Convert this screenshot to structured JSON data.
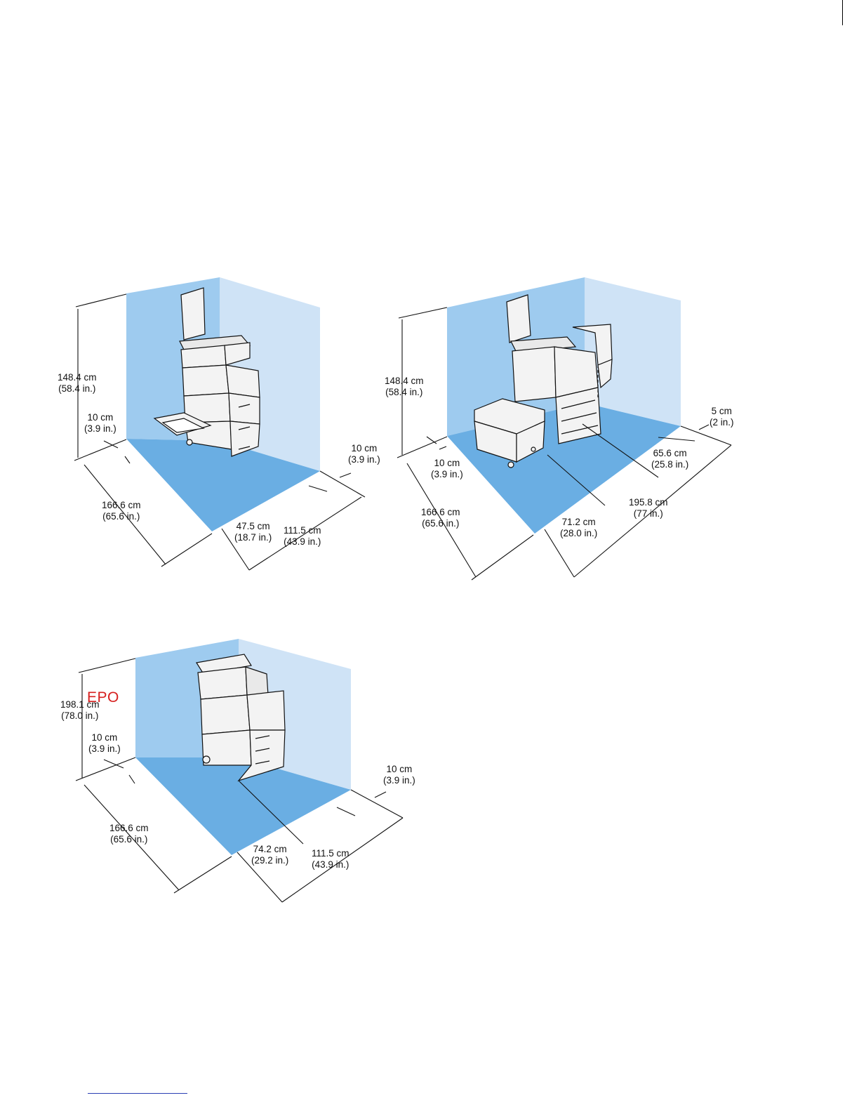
{
  "colors": {
    "floor": "#6aaee3",
    "back_wall": "#9ecbef",
    "side_wall": "#cfe3f6",
    "line": "#111111",
    "stamp": "#d6201f"
  },
  "diagrams": [
    {
      "id": "top-left",
      "height": {
        "cm": "148.4 cm",
        "in": "(58.4 in.)"
      },
      "left_clearance": {
        "cm": "10 cm",
        "in": "(3.9 in.)"
      },
      "right_clearance": {
        "cm": "10 cm",
        "in": "(3.9 in.)"
      },
      "depth": {
        "cm": "166.6 cm",
        "in": "(65.6 in.)"
      },
      "machine_width": {
        "cm": "47.5 cm",
        "in": "(18.7 in.)"
      },
      "total_width": {
        "cm": "111.5 cm",
        "in": "(43.9 in.)"
      }
    },
    {
      "id": "top-right",
      "height": {
        "cm": "148.4 cm",
        "in": "(58.4 in.)"
      },
      "left_clearance": {
        "cm": "10 cm",
        "in": "(3.9 in.)"
      },
      "right_clearance": {
        "cm": "5 cm",
        "in": "(2 in.)"
      },
      "depth": {
        "cm": "166.6 cm",
        "in": "(65.6 in.)"
      },
      "finisher_width": {
        "cm": "65.6 cm",
        "in": "(25.8 in.)"
      },
      "machine_width": {
        "cm": "71.2 cm",
        "in": "(28.0 in.)"
      },
      "total_width": {
        "cm": "195.8 cm",
        "in": "(77 in.)"
      }
    },
    {
      "id": "bottom-left",
      "height": {
        "cm": "198.1 cm",
        "in": "(78.0 in.)"
      },
      "left_clearance": {
        "cm": "10 cm",
        "in": "(3.9 in.)"
      },
      "right_clearance": {
        "cm": "10 cm",
        "in": "(3.9 in.)"
      },
      "depth": {
        "cm": "166.6 cm",
        "in": "(65.6 in.)"
      },
      "machine_width": {
        "cm": "74.2 cm",
        "in": "(29.2 in.)"
      },
      "total_width": {
        "cm": "111.5 cm",
        "in": "(43.9 in.)"
      },
      "stamp": "EPO"
    }
  ]
}
